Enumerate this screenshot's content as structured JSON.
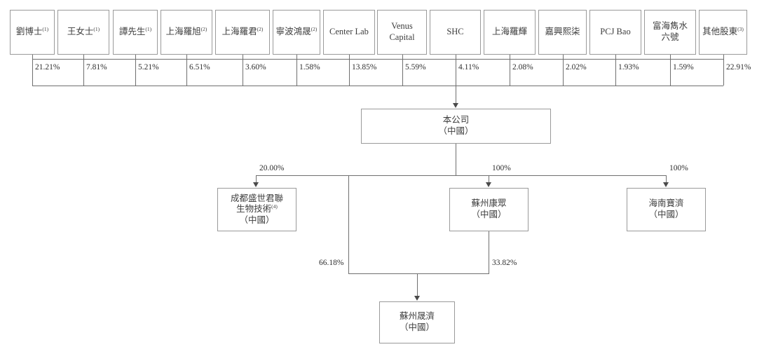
{
  "diagram": {
    "title": "Corporate shareholding structure chart",
    "colors": {
      "box_border": "#9a9a9a",
      "line": "#6f6f6f",
      "text": "#3d3d3d",
      "background": "#ffffff"
    }
  },
  "shareholders": [
    {
      "name": "劉博士",
      "sup": "(1)",
      "percent": "21.21%"
    },
    {
      "name": "王女士",
      "sup": "(1)",
      "percent": "7.81%"
    },
    {
      "name": "譚先生",
      "sup": "(1)",
      "percent": "5.21%"
    },
    {
      "name": "上海羅旭",
      "sup": "(2)",
      "percent": "6.51%"
    },
    {
      "name": "上海羅君",
      "sup": "(2)",
      "percent": "3.60%"
    },
    {
      "name": "寧波鴻晟",
      "sup": "(2)",
      "percent": "1.58%"
    },
    {
      "name": "Center Lab",
      "sup": "",
      "percent": "13.85%"
    },
    {
      "name": "Venus\nCapital",
      "sup": "",
      "percent": "5.59%"
    },
    {
      "name": "SHC",
      "sup": "",
      "percent": "4.11%"
    },
    {
      "name": "上海羅輝",
      "sup": "",
      "percent": "2.08%"
    },
    {
      "name": "嘉興熙柒",
      "sup": "",
      "percent": "2.02%"
    },
    {
      "name": "PCJ Bao",
      "sup": "",
      "percent": "1.93%"
    },
    {
      "name": "富海雋水\n六號",
      "sup": "",
      "percent": "1.59%"
    },
    {
      "name": "其他股東",
      "sup": "(3)",
      "percent": "22.91%"
    }
  ],
  "company": {
    "name": "本公司",
    "jurisdiction": "（中國）"
  },
  "subsidiaries": [
    {
      "name": "成都盛世君聯\n生物技術",
      "sup": "(4)",
      "jurisdiction": "（中國）",
      "percent": "20.00%"
    },
    {
      "name": "蘇州康眾",
      "sup": "",
      "jurisdiction": "（中國）",
      "percent": "100%"
    },
    {
      "name": "海南寶濟",
      "sup": "",
      "jurisdiction": "（中國）",
      "percent": "100%"
    }
  ],
  "bottom": {
    "name": "蘇州晟濟",
    "jurisdiction": "（中國）",
    "percent_from_left": "66.18%",
    "percent_from_right": "33.82%"
  }
}
